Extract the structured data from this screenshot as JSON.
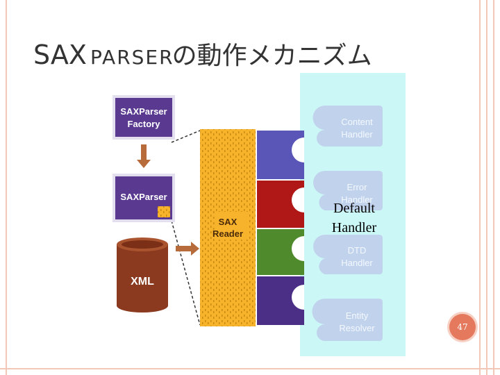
{
  "slide": {
    "title_part1": "SAX",
    "title_part2": "PARSER",
    "title_part3": "の動作メカニズム",
    "page_number": "47",
    "overlay_label": "Default Handler"
  },
  "diagram": {
    "factory_line1": "SAXParser",
    "factory_line2": "Factory",
    "parser_label": "SAXParser",
    "xml_label": "XML",
    "reader_line1": "SAX",
    "reader_line2": "Reader",
    "handlers": [
      {
        "line1": "Content",
        "line2": "Handler"
      },
      {
        "line1": "Error",
        "line2": "Handler"
      },
      {
        "line1": "DTD",
        "line2": "Handler"
      },
      {
        "line1": "Entity",
        "line2": "Resolver"
      }
    ],
    "colors": {
      "purple": "#5a3a91",
      "reader_yellow": "#f7b32b",
      "xml_brown": "#8b3a1f",
      "arrow": "#b76a3a",
      "panel_cyan": "#ccf7f7",
      "handler_blue": "#c1d3ec"
    }
  }
}
